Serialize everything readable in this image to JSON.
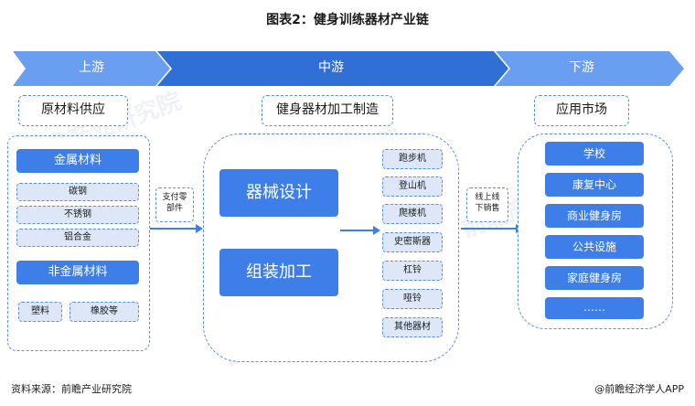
{
  "title": "图表2：健身训练器材产业链",
  "stages": [
    "上游",
    "中游",
    "下游"
  ],
  "upstream": {
    "header": "原材料供应",
    "metal_title": "金属材料",
    "metal_items": [
      "碳钢",
      "不锈钢",
      "铝合金"
    ],
    "nonmetal_title": "非金属材料",
    "nonmetal_items": [
      "塑料",
      "橡胶等"
    ]
  },
  "link_up_mid": "支付零部件",
  "midstream": {
    "header": "健身器材加工制造",
    "design": "器械设计",
    "assembly": "组装加工",
    "products": [
      "跑步机",
      "登山机",
      "爬楼机",
      "史密斯器",
      "杠铃",
      "哑铃",
      "其他器材"
    ]
  },
  "link_mid_down": "线上线下销售",
  "downstream": {
    "header": "应用市场",
    "markets": [
      "学校",
      "康复中心",
      "商业健身房",
      "公共设施",
      "家庭健身房",
      "……"
    ]
  },
  "footer": {
    "source": "资料来源：前瞻产业研究院",
    "brand": "@前瞻经济学人APP"
  },
  "watermark": "前瞻产业研究院",
  "colors": {
    "arrow_dark": "#2f6fd6",
    "arrow_light": "#6a9ef0",
    "box_blue": "#3d7ee8",
    "item_light": "#dde7f8",
    "dash": "#5a8ee6"
  }
}
